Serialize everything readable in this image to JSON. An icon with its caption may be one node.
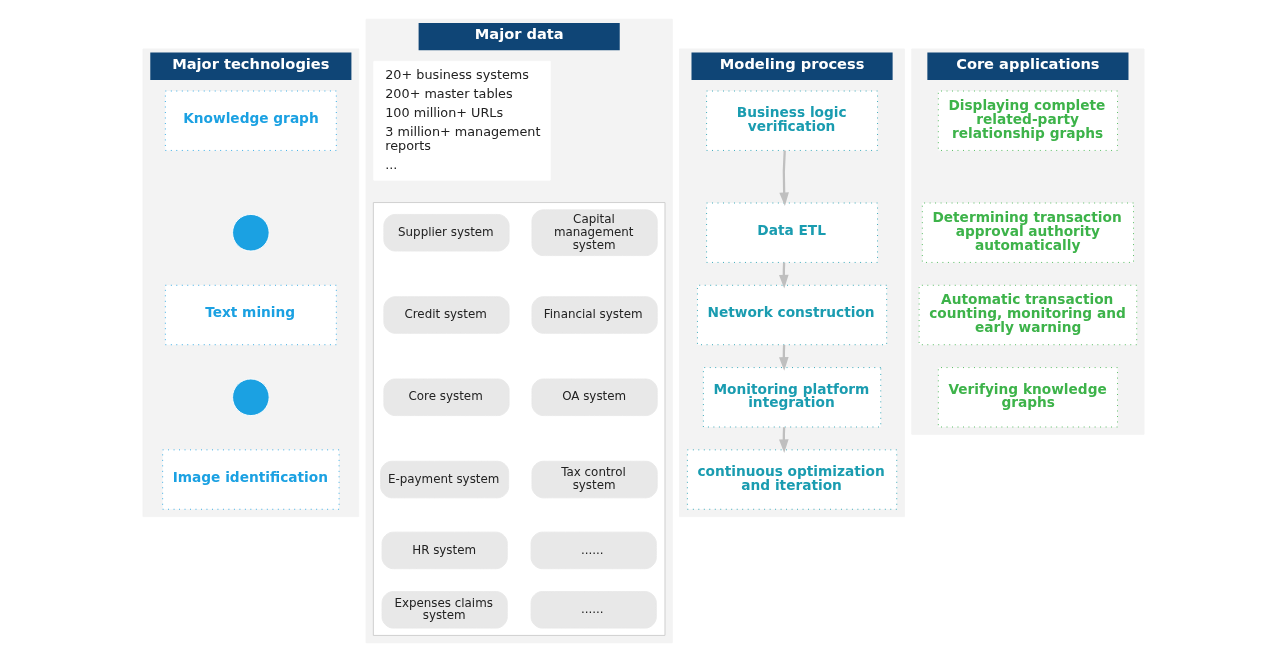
{
  "diagram": {
    "nodes": [
      {
        "text": [
          "Major technologies"
        ]
      },
      {
        "text": [
          "Knowledge graph"
        ],
        "in": 0
      },
      {
        "text": [],
        "shape": "circle",
        "in": 0
      },
      {
        "text": [
          "Text mining"
        ],
        "in": 0
      },
      {
        "text": [],
        "shape": "circle",
        "in": 0
      },
      {
        "text": [
          "Image identification"
        ],
        "in": 0
      },
      {
        "text": [
          "Major data"
        ]
      },
      {
        "text": [
          "20+ business systems",
          "200+ master tables",
          "100 million+ URLs",
          "3 million+ management reports",
          "..."
        ],
        "in": 6
      },
      {
        "text": [],
        "shape": "box",
        "in": 6
      },
      {
        "text": [
          "Supplier system"
        ],
        "in": 8
      },
      {
        "text": [
          "Capital management system"
        ],
        "in": 8
      },
      {
        "text": [
          "Credit system"
        ],
        "in": 8
      },
      {
        "text": [
          "Financial system"
        ],
        "in": 8
      },
      {
        "text": [
          "Core system"
        ],
        "in": 8
      },
      {
        "text": [
          "OA system"
        ],
        "in": 8
      },
      {
        "text": [
          "E-payment system"
        ],
        "in": 8
      },
      {
        "text": [
          "Tax control system"
        ],
        "in": 8
      },
      {
        "text": [
          "HR system"
        ],
        "in": 8
      },
      {
        "text": [
          "......"
        ],
        "in": 8
      },
      {
        "text": [
          "Expenses claims system"
        ],
        "in": 8
      },
      {
        "text": [
          "......"
        ],
        "in": 8
      },
      {
        "text": [
          "Modeling process"
        ]
      },
      {
        "text": [
          "Business logic verification"
        ],
        "in": 21
      },
      {
        "text": [
          "Data ETL"
        ],
        "in": 21
      },
      {
        "text": [
          "Network construction"
        ],
        "in": 21
      },
      {
        "text": [
          "Monitoring platform integration"
        ],
        "in": 21
      },
      {
        "text": [
          "continuous optimization and iteration"
        ],
        "in": 21
      },
      {
        "text": [
          "Core applications"
        ]
      },
      {
        "text": [
          "Displaying complete related-party relationship graphs"
        ],
        "in": 27
      },
      {
        "text": [
          "Determining transaction approval authority automatically"
        ],
        "in": 27
      },
      {
        "text": [
          "Automatic transaction counting, monitoring and early warning"
        ],
        "in": 27
      },
      {
        "text": [
          "Verifying knowledge graphs"
        ],
        "in": 27
      }
    ],
    "edges": [
      {
        "from": 22,
        "to": 23,
        "arrow": "to"
      },
      {
        "from": 23,
        "to": 24,
        "arrow": "to"
      },
      {
        "from": 24,
        "to": 25,
        "arrow": "to"
      },
      {
        "from": 25,
        "to": 26,
        "arrow": "to"
      }
    ]
  }
}
